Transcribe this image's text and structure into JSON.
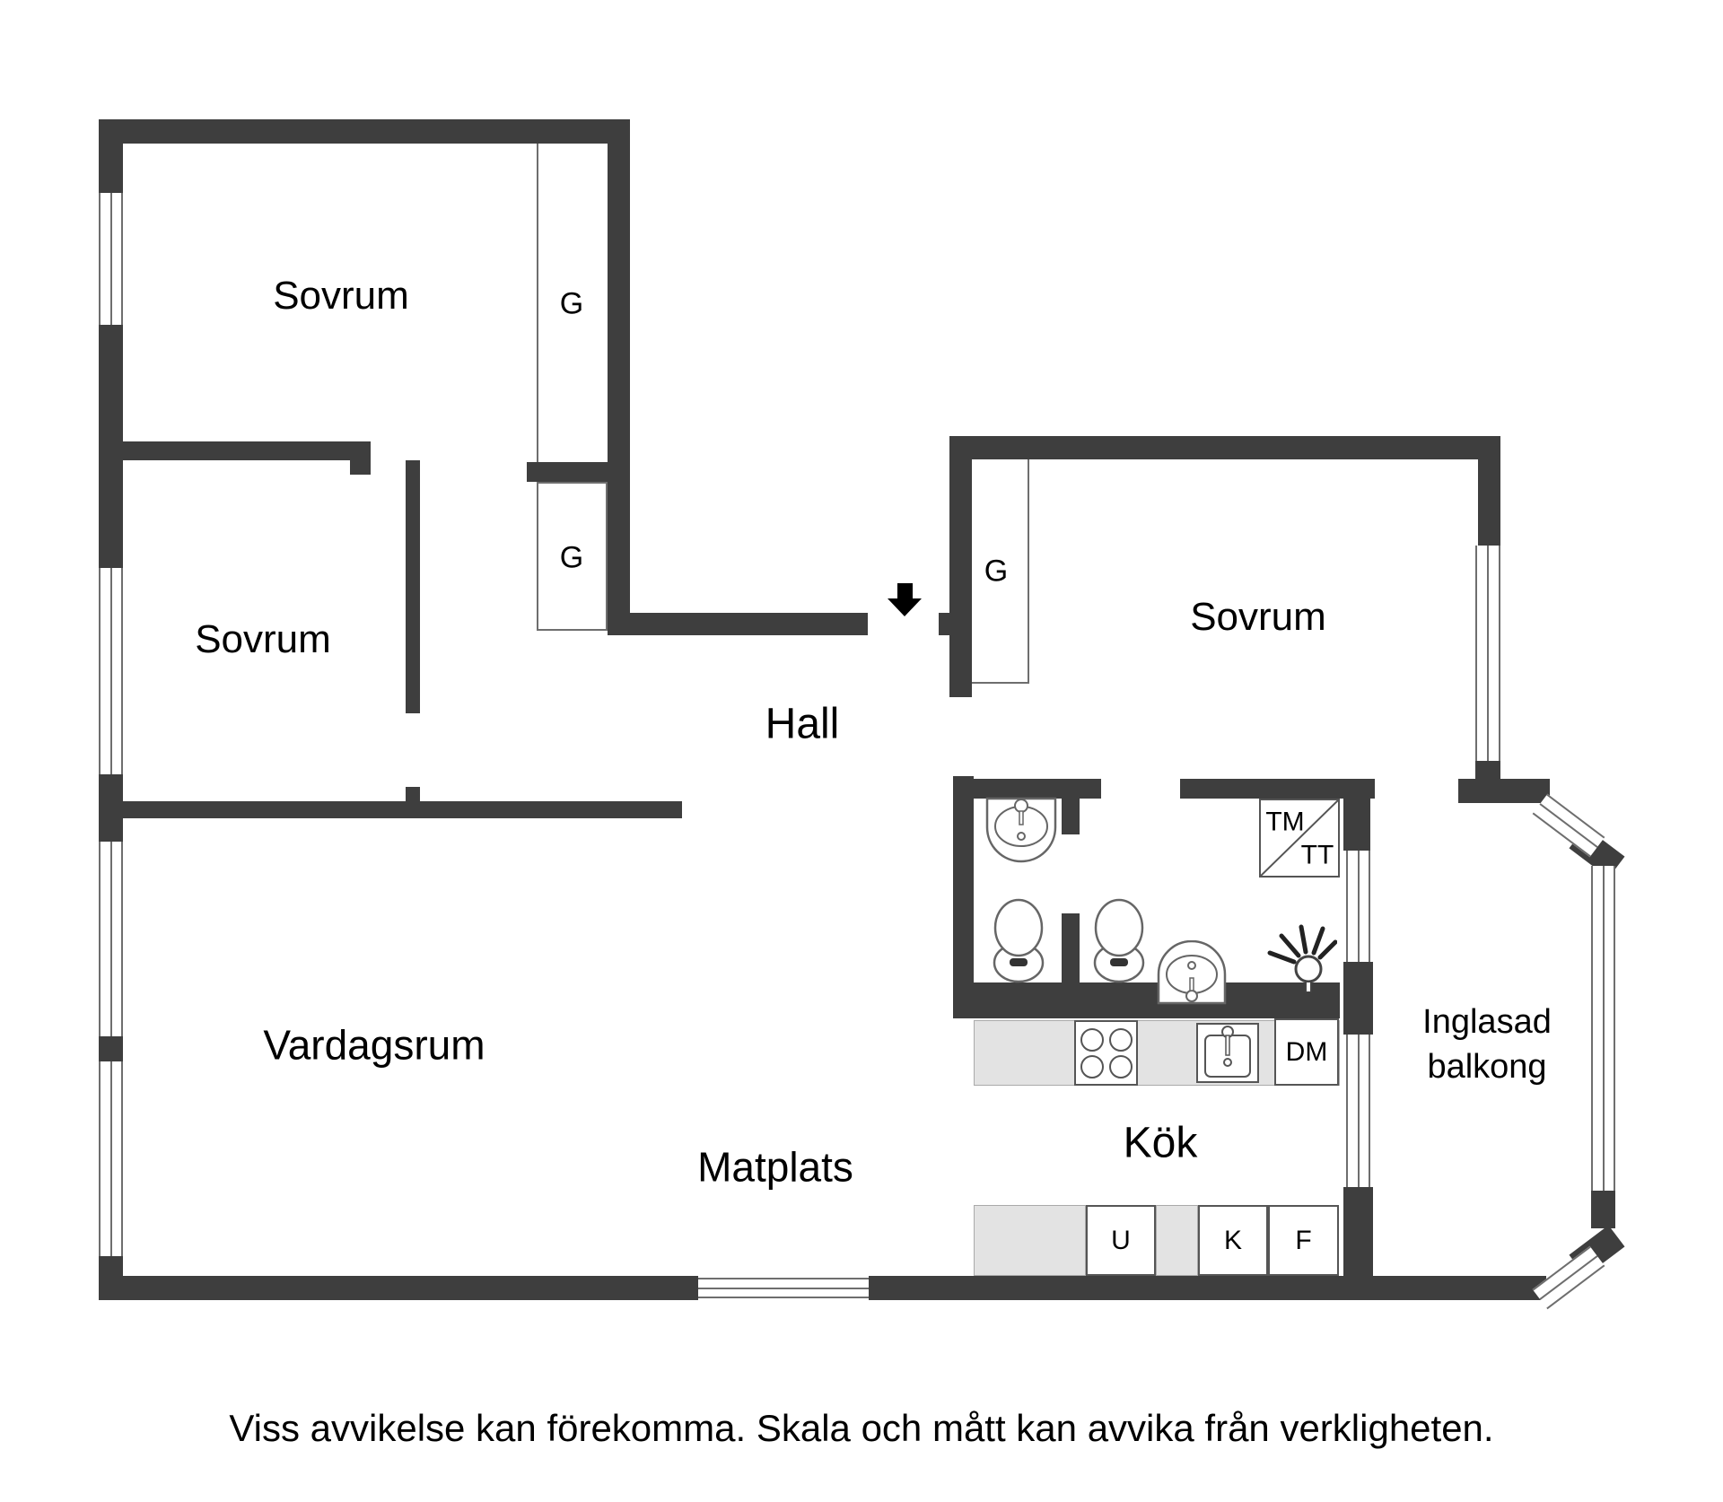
{
  "rooms": {
    "bedroom_top_left": {
      "label": "Sovrum"
    },
    "bedroom_mid_left": {
      "label": "Sovrum"
    },
    "bedroom_right": {
      "label": "Sovrum"
    },
    "hall": {
      "label": "Hall"
    },
    "living_room": {
      "label": "Vardagsrum"
    },
    "dining": {
      "label": "Matplats"
    },
    "kitchen": {
      "label": "Kök"
    },
    "balcony": {
      "label_line1": "Inglasad",
      "label_line2": "balkong"
    }
  },
  "closets": {
    "top": "G",
    "middle": "G",
    "right": "G"
  },
  "appliances": {
    "washing_machine": "TM",
    "tumble_dryer": "TT",
    "dishwasher": "DM",
    "oven": "U",
    "fridge": "K",
    "freezer": "F"
  },
  "icons": {
    "entrance": "entrance-arrow-icon",
    "toilets": "toilet-icon",
    "sinks": "sink-icon",
    "shower": "shower-icon",
    "stove": "stove-icon",
    "kitchen_sink": "kitchen-sink-icon"
  },
  "colors": {
    "wall": "#3e3e3e",
    "thin_line": "#6e6e6e",
    "counter_fill": "#e3e3e3",
    "text": "#000000",
    "background": "#ffffff"
  },
  "footer": {
    "disclaimer": "Viss avvikelse kan förekomma. Skala och mått kan avvika från verkligheten."
  }
}
